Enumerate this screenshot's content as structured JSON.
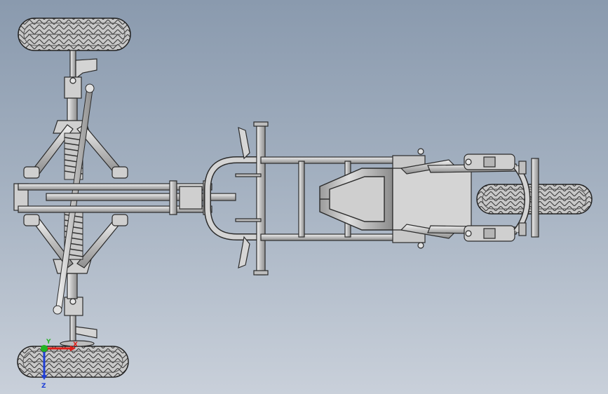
{
  "viewport": {
    "background_top": "#8a9aae",
    "background_bottom": "#c9d0da"
  },
  "model": {
    "part_fill": "#d9d9d9",
    "part_edge": "#2b2b2b",
    "tire_fill": "#c4c4c4"
  },
  "triad": {
    "x_label": "X",
    "y_label": "Y",
    "z_label": "Z",
    "x_color": "#e0201a",
    "y_color": "#22b422",
    "z_color": "#1f3fd6"
  }
}
